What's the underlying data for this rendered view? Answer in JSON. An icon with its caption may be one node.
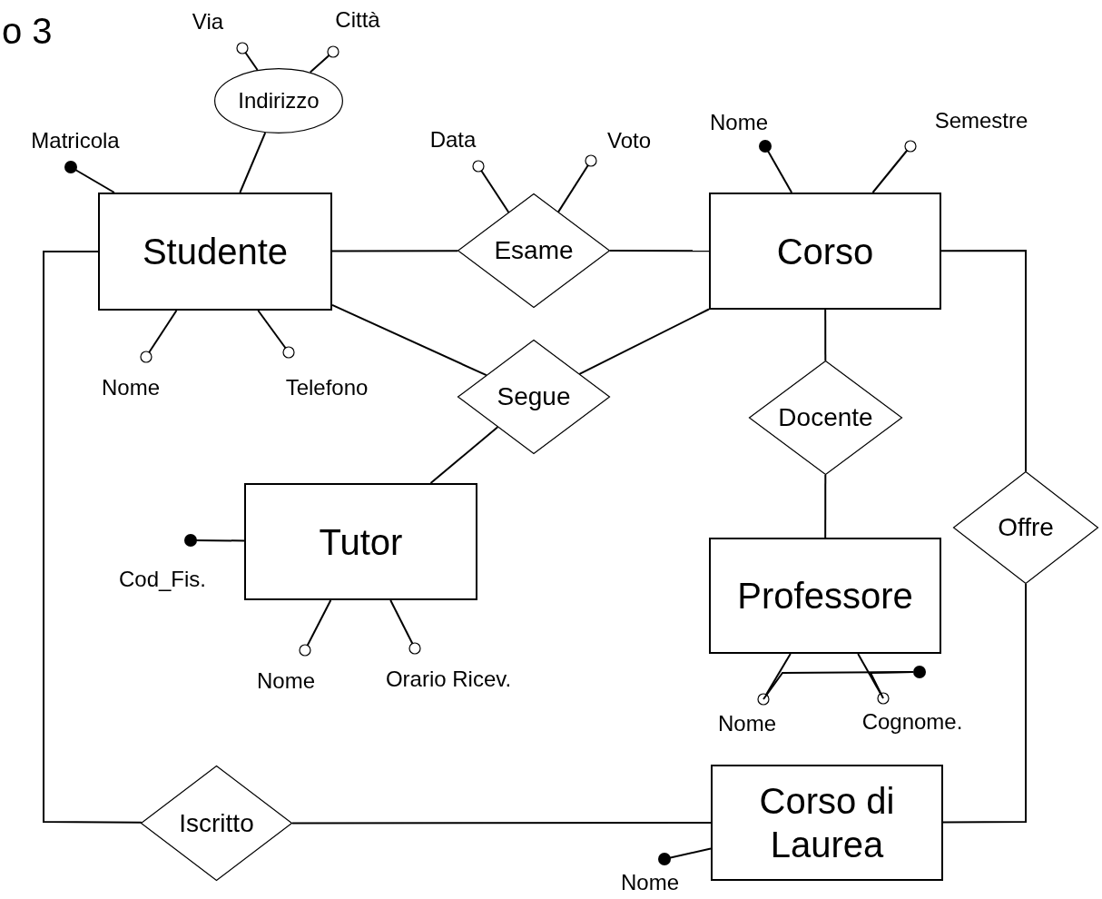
{
  "diagram": {
    "nodes": [
      {
        "text": [
          "Studente"
        ]
      },
      {
        "text": [
          "Indirizzo"
        ]
      },
      {
        "text": [
          "Via"
        ]
      },
      {
        "text": [
          "Città"
        ]
      },
      {
        "text": [
          "Matricola"
        ]
      },
      {
        "text": [
          "Nome"
        ]
      },
      {
        "text": [
          "Telefono"
        ]
      },
      {
        "text": [
          "Esame"
        ]
      },
      {
        "text": [
          "Data"
        ]
      },
      {
        "text": [
          "Voto"
        ]
      },
      {
        "text": [
          "Corso"
        ]
      },
      {
        "text": [
          "Nome"
        ]
      },
      {
        "text": [
          "Semestre"
        ]
      },
      {
        "text": [
          "Segue"
        ]
      },
      {
        "text": [
          "Docente"
        ]
      },
      {
        "text": [
          "Tutor"
        ]
      },
      {
        "text": [
          "Cod_Fis."
        ]
      },
      {
        "text": [
          "Nome"
        ]
      },
      {
        "text": [
          "Orario Ricev."
        ]
      },
      {
        "text": [
          "Professore"
        ]
      },
      {
        "text": [
          "Nome"
        ]
      },
      {
        "text": [
          "Cognome."
        ]
      },
      {
        "text": [
          "Offre"
        ]
      },
      {
        "text": [
          "Iscritto"
        ]
      },
      {
        "text": [
          "Corso di Laurea"
        ]
      },
      {
        "text": [
          "Nome"
        ]
      },
      {
        "text": [],
        "shape": "circle"
      }
    ],
    "edges": [
      {
        "from": 0,
        "to": 1,
        "arrow": "none"
      },
      {
        "from": 1,
        "to": 2,
        "arrow": "other"
      },
      {
        "from": 1,
        "to": 3,
        "arrow": "other"
      },
      {
        "from": 0,
        "to": 4,
        "arrow": "other"
      },
      {
        "from": 0,
        "to": 5,
        "arrow": "other"
      },
      {
        "from": 0,
        "to": 6,
        "arrow": "other"
      },
      {
        "from": 0,
        "to": 7,
        "arrow": "none"
      },
      {
        "from": 7,
        "to": 10,
        "arrow": "none"
      },
      {
        "from": 7,
        "to": 8,
        "arrow": "other"
      },
      {
        "from": 7,
        "to": 9,
        "arrow": "other"
      },
      {
        "from": 10,
        "to": 11,
        "arrow": "other"
      },
      {
        "from": 10,
        "to": 12,
        "arrow": "other"
      },
      {
        "from": 0,
        "to": 13,
        "arrow": "none"
      },
      {
        "from": 13,
        "to": 10,
        "arrow": "none"
      },
      {
        "from": 13,
        "to": 15,
        "arrow": "none"
      },
      {
        "from": 10,
        "to": 14,
        "arrow": "none"
      },
      {
        "from": 14,
        "to": 19,
        "arrow": "none"
      },
      {
        "from": 10,
        "to": 22,
        "arrow": "none"
      },
      {
        "from": 22,
        "to": 24,
        "arrow": "none"
      },
      {
        "from": 0,
        "to": 23,
        "arrow": "none"
      },
      {
        "from": 23,
        "to": 24,
        "arrow": "none"
      },
      {
        "from": 15,
        "to": 16,
        "arrow": "other"
      },
      {
        "from": 15,
        "to": 17,
        "arrow": "other"
      },
      {
        "from": 15,
        "to": 18,
        "arrow": "other"
      },
      {
        "from": 19,
        "to": 20,
        "arrow": "other"
      },
      {
        "from": 19,
        "to": 21,
        "arrow": "other"
      },
      {
        "from": 26,
        "to": 20,
        "arrow": "none"
      },
      {
        "from": 26,
        "to": 21,
        "arrow": "none"
      },
      {
        "from": 24,
        "to": 25,
        "arrow": "other"
      }
    ],
    "labels": [
      "o 3"
    ]
  }
}
